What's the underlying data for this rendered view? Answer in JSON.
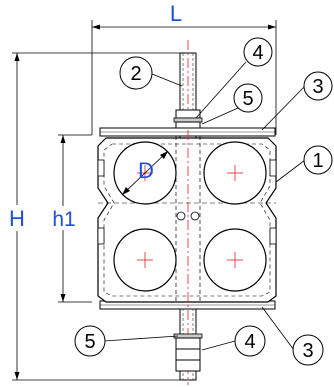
{
  "dimensions": {
    "overall_width": "L",
    "overall_height": "H",
    "block_height": "h1",
    "pipe_diameter": "D"
  },
  "callouts": [
    "2",
    "4",
    "5",
    "3",
    "1",
    "5",
    "4",
    "3"
  ],
  "colors": {
    "dimension_text": "#1f4fd6",
    "centerline": "#e02020",
    "outline": "#000000"
  }
}
